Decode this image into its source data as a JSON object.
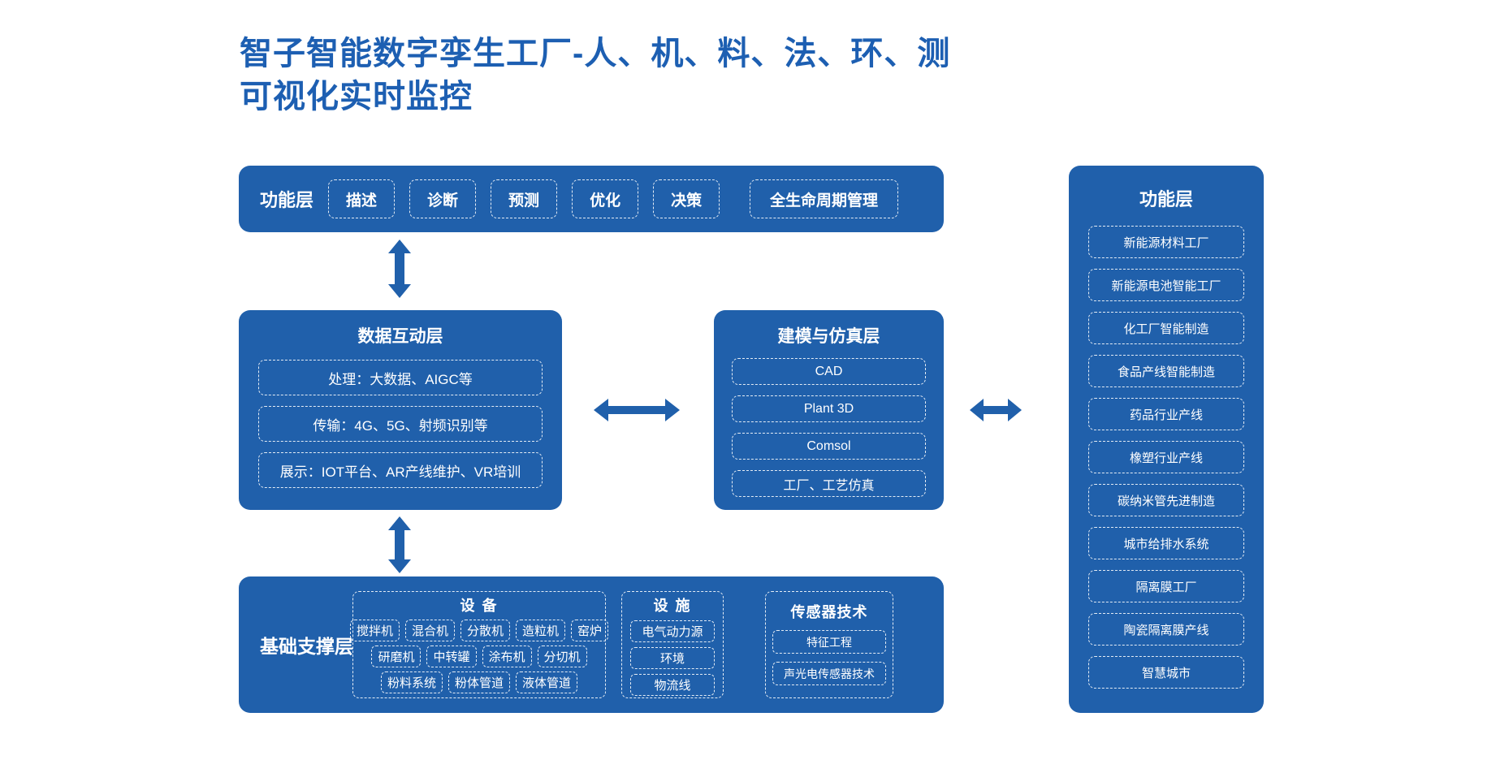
{
  "page": {
    "title_line1": "智子智能数字孪生工厂-人、机、料、法、环、测",
    "title_line2": "可视化实时监控"
  },
  "colors": {
    "box_blue": "#2060ab",
    "title_blue": "#1d5fb2",
    "text_white": "#ffffff",
    "arrow_blue": "#2060ab"
  },
  "icons": {
    "vertical_arrow": "double-headed-vertical-arrow",
    "horizontal_arrow": "double-headed-horizontal-arrow"
  },
  "top_function_layer": {
    "label": "功能层",
    "items": [
      "描述",
      "诊断",
      "预测",
      "优化",
      "决策"
    ],
    "wide_item": "全生命周期管理"
  },
  "data_interaction_layer": {
    "title": "数据互动层",
    "items": [
      "处理：大数据、AIGC等",
      "传输：4G、5G、射频识别等",
      "展示：IOT平台、AR产线维护、VR培训"
    ]
  },
  "modeling_simulation_layer": {
    "title": "建模与仿真层",
    "items": [
      "CAD",
      "Plant 3D",
      "Comsol",
      "工厂、工艺仿真"
    ]
  },
  "foundation_layer": {
    "label": "基础支撑层",
    "equipment": {
      "title": "设 备",
      "rows": [
        [
          "搅拌机",
          "混合机",
          "分散机",
          "造粒机",
          "窑炉"
        ],
        [
          "研磨机",
          "中转罐",
          "涂布机",
          "分切机"
        ],
        [
          "粉料系统",
          "粉体管道",
          "液体管道"
        ]
      ]
    },
    "facilities": {
      "title": "设 施",
      "items": [
        "电气动力源",
        "环境",
        "物流线"
      ]
    },
    "sensors": {
      "title": "传感器技术",
      "items": [
        "特征工程",
        "声光电传感器技术"
      ]
    }
  },
  "right_function_layer": {
    "title": "功能层",
    "items": [
      "新能源材料工厂",
      "新能源电池智能工厂",
      "化工厂智能制造",
      "食品产线智能制造",
      "药品行业产线",
      "橡塑行业产线",
      "碳纳米管先进制造",
      "城市给排水系统",
      "隔离膜工厂",
      "陶瓷隔离膜产线",
      "智慧城市"
    ]
  }
}
